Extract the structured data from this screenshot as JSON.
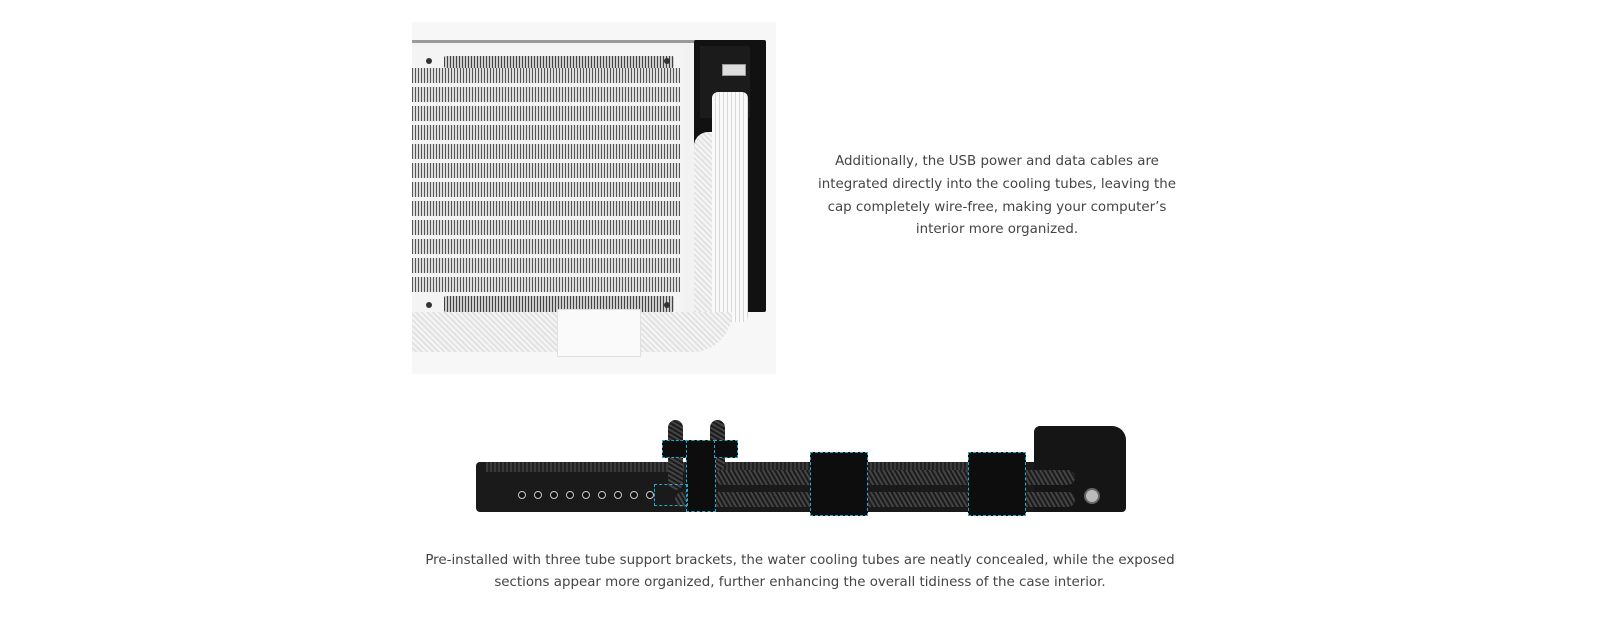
{
  "section_top": {
    "image": {
      "alt": "White AIO liquid cooler radiator with pump cap and integrated USB cables",
      "icon": "radiator-photo"
    },
    "description": "Additionally, the USB power and data cables are integrated directly into the cooling tubes, leaving the cap completely wire-free, making your computer’s interior more organized."
  },
  "section_bottom": {
    "image": {
      "alt": "Side profile of black radiator with three tube support brackets highlighted",
      "icon": "tube-bracket-photo",
      "highlight_color": "#2aa8c9"
    },
    "caption": "Pre-installed with three tube support brackets, the water cooling tubes are neatly concealed, while the exposed sections appear more organized, further enhancing the overall tidiness of the case interior."
  }
}
